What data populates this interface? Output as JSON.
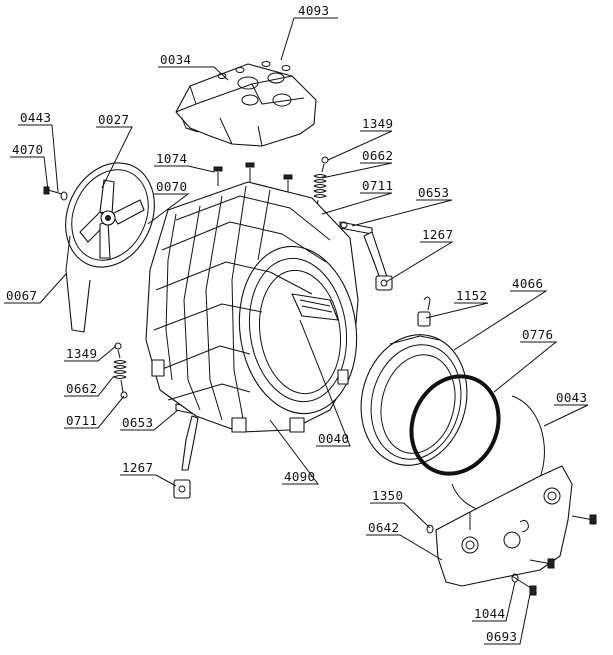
{
  "diagram": {
    "labels": {
      "l4093": "4093",
      "l0034": "0034",
      "l0443": "0443",
      "l0027": "0027",
      "l4070": "4070",
      "l1349a": "1349",
      "l1074": "1074",
      "l0662a": "0662",
      "l0070": "0070",
      "l0711a": "0711",
      "l0653a": "0653",
      "l1267a": "1267",
      "l0067": "0067",
      "l1152": "1152",
      "l4066": "4066",
      "l1349b": "1349",
      "l0776": "0776",
      "l0662b": "0662",
      "l0043": "0043",
      "l0711b": "0711",
      "l0653b": "0653",
      "l0040": "0040",
      "l1267b": "1267",
      "l4090": "4090",
      "l1350": "1350",
      "l0642": "0642",
      "l1044": "1044",
      "l0693": "0693"
    }
  }
}
